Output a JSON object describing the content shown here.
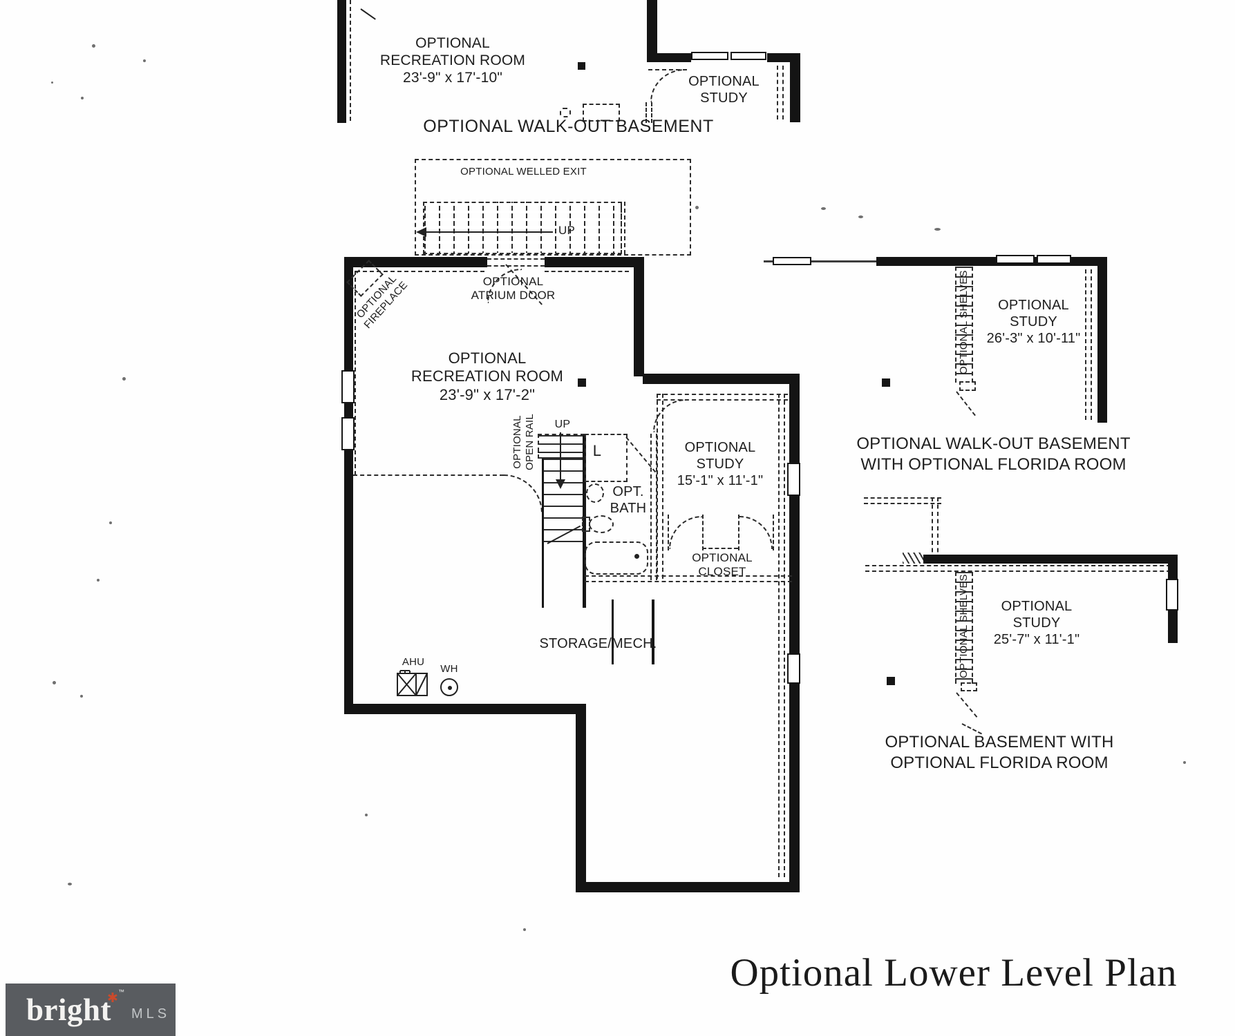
{
  "colors": {
    "ink": "#1e1e1e",
    "wall": "#141414",
    "logo_bg": "#595c60",
    "logo_star": "#cc4a2b",
    "logo_mls": "#c3c6c8"
  },
  "top_plan": {
    "rec_room": {
      "line1": "OPTIONAL",
      "line2": "RECREATION ROOM",
      "dims": "23'-9\" x 17'-10\""
    },
    "study": {
      "line1": "OPTIONAL",
      "line2": "STUDY"
    },
    "caption": "OPTIONAL WALK-OUT BASEMENT"
  },
  "main_plan": {
    "welled_exit": "OPTIONAL WELLED EXIT",
    "welled_up": "UP",
    "atrium_door": {
      "line1": "OPTIONAL",
      "line2": "ATRIUM DOOR"
    },
    "fireplace": {
      "line1": "OPTIONAL",
      "line2": "FIREPLACE"
    },
    "rec_room": {
      "line1": "OPTIONAL",
      "line2": "RECREATION ROOM",
      "dims": "23'-9\" x 17'-2\""
    },
    "open_rail": {
      "line1": "OPTIONAL",
      "line2": "OPEN RAIL"
    },
    "stairs_up": "UP",
    "linen": "L",
    "bath": {
      "line1": "OPT.",
      "line2": "BATH"
    },
    "study": {
      "line1": "OPTIONAL",
      "line2": "STUDY",
      "dims": "15'-1\" x 11'-1\""
    },
    "closet": {
      "line1": "OPTIONAL",
      "line2": "CLOSET"
    },
    "storage": "STORAGE/MECH.",
    "ahu": "AHU",
    "wh": "WH"
  },
  "walkout_florida_plan": {
    "shelves": "OPTIONAL SHELVES",
    "study": {
      "line1": "OPTIONAL",
      "line2": "STUDY",
      "dims": "26'-3\" x 10'-11\""
    },
    "caption_line1": "OPTIONAL WALK-OUT BASEMENT",
    "caption_line2": "WITH OPTIONAL FLORIDA ROOM"
  },
  "basement_florida_plan": {
    "shelves": "OPTIONAL SHELVES",
    "study": {
      "line1": "OPTIONAL",
      "line2": "STUDY",
      "dims": "25'-7\" x 11'-1\""
    },
    "caption_line1": "OPTIONAL BASEMENT WITH",
    "caption_line2": "OPTIONAL FLORIDA ROOM"
  },
  "title": "Optional Lower Level Plan",
  "watermark": {
    "brand": "bright",
    "star": "✱",
    "tm": "™",
    "suffix": "MLS"
  }
}
